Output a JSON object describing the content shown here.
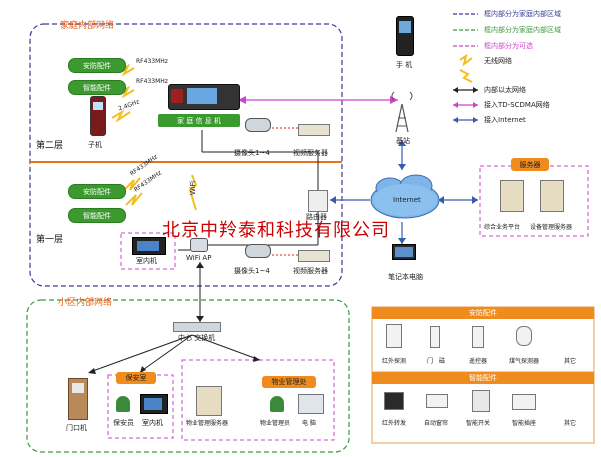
{
  "home_network": {
    "title": "家庭内部网络",
    "security_btn": "安防配件",
    "smart_btn": "智能配件",
    "rf1": "RF433MHz",
    "rf2": "RF433MHz",
    "freq24": "2.4GHz",
    "info_machine": "家 庭 信 息 机",
    "handset": "子机",
    "layer2": "第二层",
    "layer1": "第一层",
    "rf3": "RF433MHz",
    "rf4": "RF433MHz",
    "security_btn2": "安防配件",
    "smart_btn2": "智能配件",
    "camera1": "摄像头1~4",
    "video_server1": "视频服务器",
    "camera2": "摄像头1~4",
    "video_server2": "视频服务器",
    "wifi": "WiFi",
    "router": "路由器",
    "indoor": "室内机",
    "wifi_ap": "WiFi AP"
  },
  "external": {
    "phone": "手 机",
    "base_station": "基站",
    "internet": "Internet",
    "laptop": "笔记本电脑",
    "server_title": "服务器",
    "platform": "综合业务平台",
    "device_server": "设备管理服务器"
  },
  "legend": [
    {
      "text": "框内部分为家庭内部区域",
      "color": "#3a3a9a"
    },
    {
      "text": "框内部分为家庭内部区域",
      "color": "#3a9a3a"
    },
    {
      "text": "框内部分为可选",
      "color": "#cc44cc"
    },
    {
      "text": "无线网络",
      "color": "#f0c020"
    },
    {
      "text": "内部以太网络",
      "color": "#222222"
    },
    {
      "text": "接入TD-SCDMA网络",
      "color": "#cc44cc"
    },
    {
      "text": "接入Internet",
      "color": "#3a5ab0"
    }
  ],
  "community": {
    "title": "小区内部网络",
    "switch": "中心 交换机",
    "door": "门口机",
    "guard_room": "保安室",
    "guard": "保安员",
    "indoor": "室内机",
    "mgmt_office": "物业管理处",
    "mgmt_server": "物业管理服务器",
    "manager": "物业管理员",
    "computer": "电 脑"
  },
  "accessory_table": {
    "security_header": "安防配件",
    "security_items": [
      "红外探测",
      "门　磁",
      "遥控器",
      "煤气探测器",
      "其它"
    ],
    "smart_header": "智能配件",
    "smart_items": [
      "红外转发",
      "自动窗帘",
      "智能开关",
      "智能插座",
      "其它"
    ]
  },
  "watermark": "北京中羚泰和科技有限公司",
  "colors": {
    "home_border": "#3a3a9a",
    "community_border": "#3a9a3a",
    "optional_border": "#cc44cc",
    "accent": "#f08c1e",
    "green": "#3a9a2e"
  }
}
